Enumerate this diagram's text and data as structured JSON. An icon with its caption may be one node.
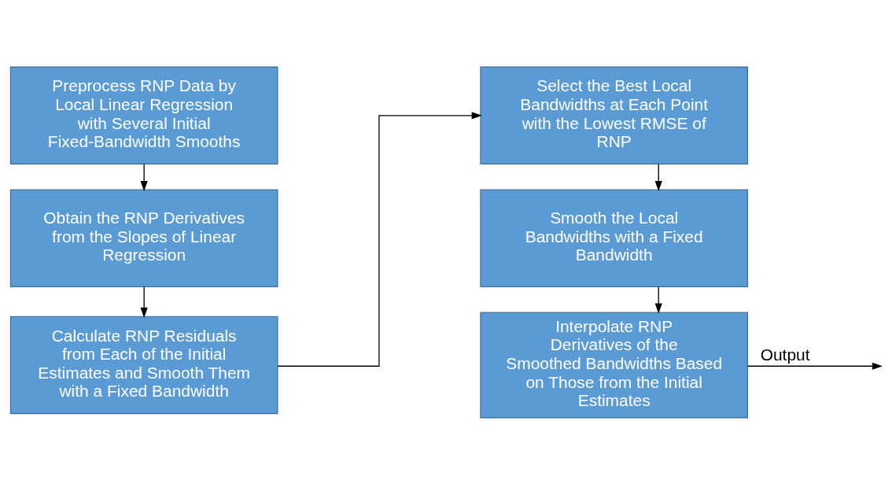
{
  "diagram": {
    "nodes": [
      {
        "text": [
          "Preprocess RNP Data by Local Linear Regression with Several Initial Fixed-Bandwidth Smooths"
        ]
      },
      {
        "text": [
          "Obtain the RNP Derivatives from the Slopes of Linear Regression"
        ]
      },
      {
        "text": [
          "Calculate RNP Residuals from Each of the Initial Estimates and Smooth Them with a Fixed Bandwidth"
        ]
      },
      {
        "text": [
          "Select the Best Local Bandwidths at Each Point with the Lowest RMSE of RNP"
        ]
      },
      {
        "text": [
          "Smooth the Local Bandwidths with a Fixed Bandwidth"
        ]
      },
      {
        "text": [
          "Interpolate RNP Derivatives of the Smoothed Bandwidths Based on Those from the Initial Estimates"
        ]
      }
    ],
    "edges": [
      {
        "from": 0,
        "to": 1,
        "arrow": "to"
      },
      {
        "from": 1,
        "to": 2,
        "arrow": "to"
      },
      {
        "from": 2,
        "to": 3,
        "arrow": "to"
      },
      {
        "from": 3,
        "to": 4,
        "arrow": "to"
      },
      {
        "from": 4,
        "to": 5,
        "arrow": "to"
      },
      {
        "from": 5,
        "to": null,
        "arrow": "to",
        "label": "Output"
      }
    ]
  }
}
